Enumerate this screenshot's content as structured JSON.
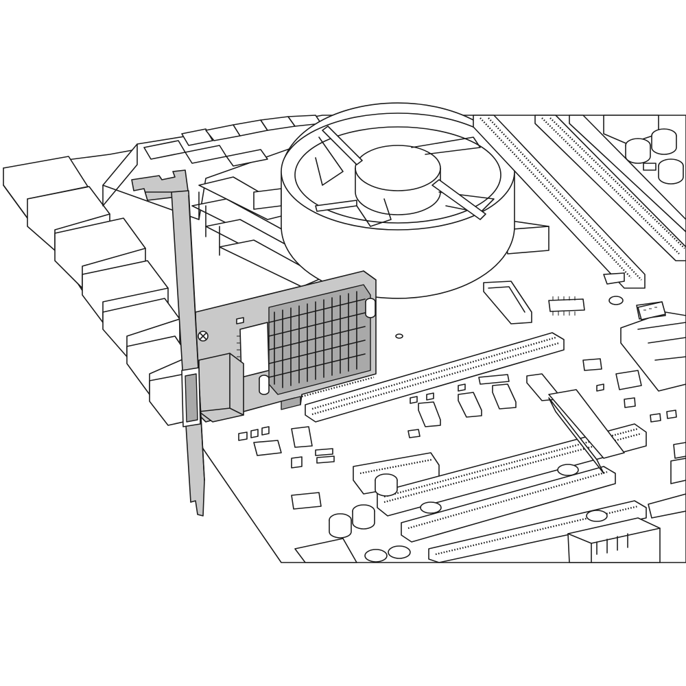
{
  "figure": {
    "description_text": "",
    "colors": {
      "line": "#1a1a1a",
      "board": "#ffffff",
      "card": "#c9c9c9",
      "heatsink": "#a9a9a9"
    },
    "components": [
      {
        "name": "motherboard",
        "icon": "motherboard-icon"
      },
      {
        "name": "cpu-fan",
        "icon": "fan-icon"
      },
      {
        "name": "pcie-network-card",
        "icon": "network-card-icon"
      },
      {
        "name": "mounting-bracket",
        "icon": "bracket-icon"
      },
      {
        "name": "rj45-port",
        "icon": "ethernet-port-icon"
      },
      {
        "name": "heatsink",
        "icon": "heatsink-icon"
      },
      {
        "name": "expansion-slots",
        "icon": "slot-icon"
      },
      {
        "name": "memory-slots",
        "icon": "ram-slot-icon"
      }
    ]
  }
}
